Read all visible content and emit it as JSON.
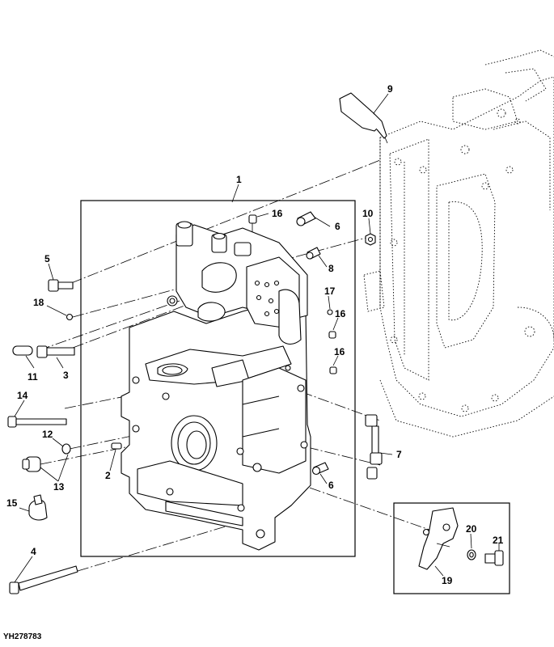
{
  "diagram": {
    "figure_code": "YH278783",
    "callouts": {
      "c1": "1",
      "c2": "2",
      "c3": "3",
      "c4": "4",
      "c5": "5",
      "c6a": "6",
      "c6b": "6",
      "c7": "7",
      "c8": "8",
      "c9": "9",
      "c10": "10",
      "c11": "11",
      "c12": "12",
      "c13": "13",
      "c14": "14",
      "c15": "15",
      "c16a": "16",
      "c16b": "16",
      "c16c": "16",
      "c17": "17",
      "c18": "18",
      "c19": "19",
      "c20": "20",
      "c21": "21"
    }
  }
}
